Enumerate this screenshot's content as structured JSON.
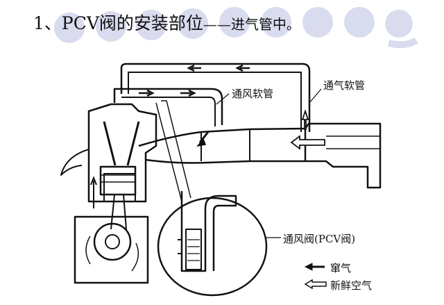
{
  "title": {
    "main": "1、PCV阀的安装部位",
    "suffix": "——进气管中。"
  },
  "labels": {
    "ventilation_hose": "通风软管",
    "breather_hose": "通气软管",
    "pcv_valve": "通风阀(PCV阀)"
  },
  "legend": {
    "blowby": "窜气",
    "fresh_air": "新鲜空气"
  },
  "colors": {
    "decor_circle": "#d9dcef",
    "ink": "#111111"
  }
}
